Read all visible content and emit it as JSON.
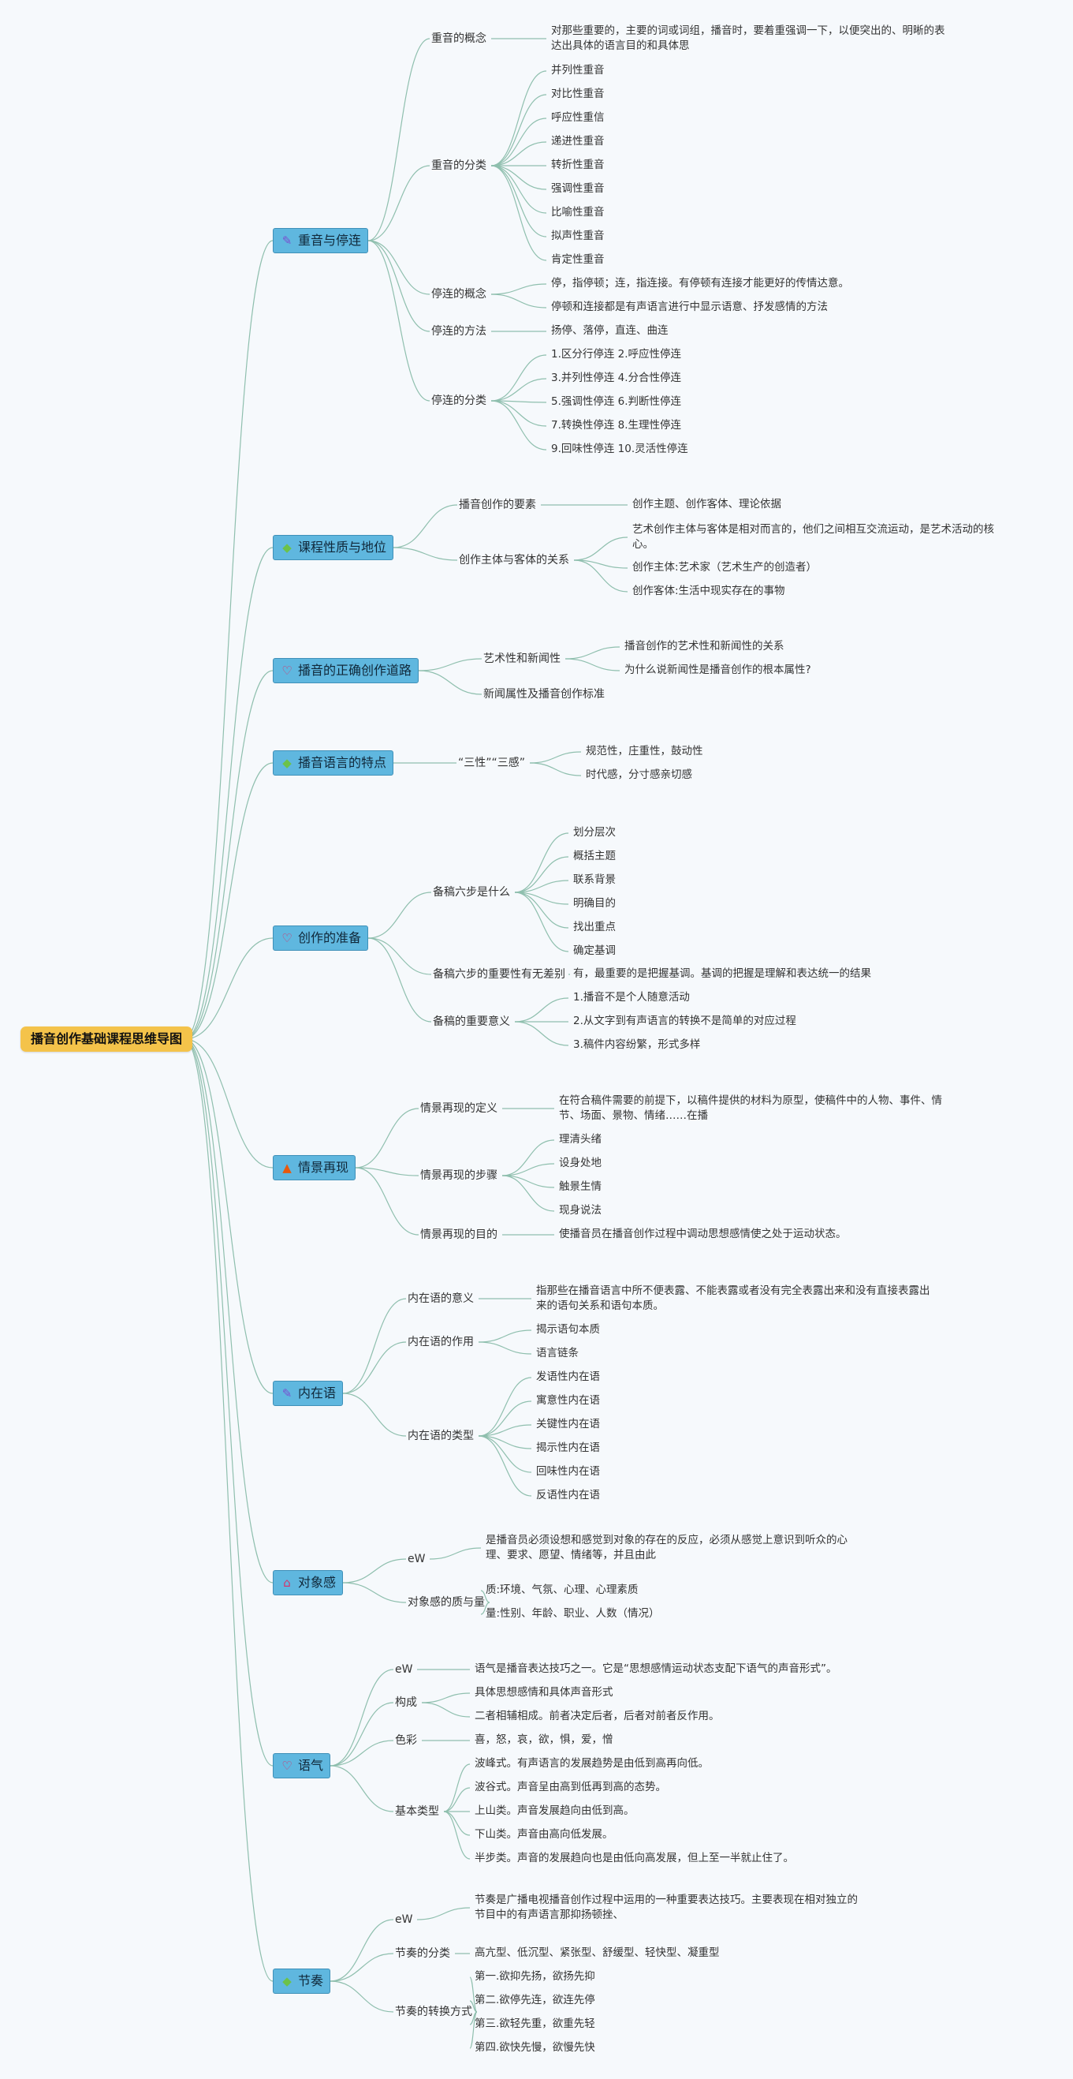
{
  "root": "播音创作基础课程思维导图",
  "icons": {
    "tools": {
      "glyph": "✎",
      "color": "#7a4fd0"
    },
    "gem": {
      "glyph": "◆",
      "color": "#6cc24a"
    },
    "heart": {
      "glyph": "♡",
      "color": "#d6336c"
    },
    "fire": {
      "glyph": "▲",
      "color": "#e8590c"
    },
    "house": {
      "glyph": "⌂",
      "color": "#d6336c"
    }
  },
  "colors": {
    "edge": "#8fbfae",
    "branch_fill": "#5fb7df",
    "root_fill": "#f4c34a"
  },
  "branches": [
    {
      "label": "重音与停连",
      "icon": "tools",
      "children": [
        {
          "label": "重音的概念",
          "children": [
            {
              "label": "对那些重要的，主要的词或词组，播音时，要着重强调一下，以便突出的、明晰的表达出具体的语言目的和具体思"
            }
          ]
        },
        {
          "label": "重音的分类",
          "children": [
            {
              "label": "并列性重音"
            },
            {
              "label": "对比性重音"
            },
            {
              "label": "呼应性重信"
            },
            {
              "label": "递进性重音"
            },
            {
              "label": "转折性重音"
            },
            {
              "label": "强调性重音"
            },
            {
              "label": "比喻性重音"
            },
            {
              "label": "拟声性重音"
            },
            {
              "label": "肯定性重音"
            }
          ]
        },
        {
          "label": "停连的概念",
          "children": [
            {
              "label": "停，指停顿；连，指连接。有停顿有连接才能更好的传情达意。"
            },
            {
              "label": "停顿和连接都是有声语言进行中显示语意、抒发感情的方法"
            }
          ]
        },
        {
          "label": "停连的方法",
          "children": [
            {
              "label": "扬停、落停，直连、曲连"
            }
          ]
        },
        {
          "label": "停连的分类",
          "children": [
            {
              "label": "1.区分行停连 2.呼应性停连"
            },
            {
              "label": "3.并列性停连 4.分合性停连"
            },
            {
              "label": "5.强调性停连 6.判断性停连"
            },
            {
              "label": "7.转换性停连 8.生理性停连"
            },
            {
              "label": "9.回味性停连 10.灵活性停连"
            }
          ]
        }
      ]
    },
    {
      "label": "课程性质与地位",
      "icon": "gem",
      "children": [
        {
          "label": "播音创作的要素",
          "children": [
            {
              "label": "创作主题、创作客体、理论依据"
            }
          ]
        },
        {
          "label": "创作主体与客体的关系",
          "children": [
            {
              "label": "艺术创作主体与客体是相对而言的，他们之间相互交流运动，是艺术活动的核心。"
            },
            {
              "label": "创作主体:艺术家（艺术生产的创造者）"
            },
            {
              "label": "创作客体:生活中现实存在的事物"
            }
          ]
        }
      ]
    },
    {
      "label": "播音的正确创作道路",
      "icon": "heart",
      "children": [
        {
          "label": "艺术性和新闻性",
          "children": [
            {
              "label": "播音创作的艺术性和新闻性的关系"
            },
            {
              "label": "为什么说新闻性是播音创作的根本属性?"
            }
          ]
        },
        {
          "label": "新闻属性及播音创作标准",
          "children": []
        }
      ]
    },
    {
      "label": "播音语言的特点",
      "icon": "gem",
      "children": [
        {
          "label": "“三性”“三感”",
          "children": [
            {
              "label": "规范性，庄重性，鼓动性"
            },
            {
              "label": "时代感，分寸感亲切感"
            }
          ]
        }
      ]
    },
    {
      "label": "创作的准备",
      "icon": "heart",
      "children": [
        {
          "label": "备稿六步是什么",
          "children": [
            {
              "label": "划分层次"
            },
            {
              "label": "概括主题"
            },
            {
              "label": "联系背景"
            },
            {
              "label": "明确目的"
            },
            {
              "label": "找出重点"
            },
            {
              "label": "确定基调"
            }
          ]
        },
        {
          "label": "备稿六步的重要性有无差别",
          "children": [
            {
              "label": "有，最重要的是把握基调。基调的把握是理解和表达统一的结果"
            }
          ]
        },
        {
          "label": "备稿的重要意义",
          "children": [
            {
              "label": "1.播音不是个人随意活动"
            },
            {
              "label": "2.从文字到有声语言的转换不是简单的对应过程"
            },
            {
              "label": "3.稿件内容纷繁，形式多样"
            }
          ]
        }
      ]
    },
    {
      "label": "情景再现",
      "icon": "fire",
      "children": [
        {
          "label": "情景再现的定义",
          "children": [
            {
              "label": "在符合稿件需要的前提下，以稿件提供的材料为原型，使稿件中的人物、事件、情节、场面、景物、情绪……在播"
            }
          ]
        },
        {
          "label": "情景再现的步骤",
          "children": [
            {
              "label": "理清头绪"
            },
            {
              "label": "设身处地"
            },
            {
              "label": "触景生情"
            },
            {
              "label": "现身说法"
            }
          ]
        },
        {
          "label": "情景再现的目的",
          "children": [
            {
              "label": "使播音员在播音创作过程中调动思想感情使之处于运动状态。"
            }
          ]
        }
      ]
    },
    {
      "label": "内在语",
      "icon": "tools",
      "children": [
        {
          "label": "内在语的意义",
          "children": [
            {
              "label": "指那些在播音语言中所不便表露、不能表露或者没有完全表露出来和没有直接表露出来的语句关系和语句本质。"
            }
          ]
        },
        {
          "label": "内在语的作用",
          "children": [
            {
              "label": "揭示语句本质"
            },
            {
              "label": "语言链条"
            }
          ]
        },
        {
          "label": "内在语的类型",
          "children": [
            {
              "label": "发语性内在语"
            },
            {
              "label": "寓意性内在语"
            },
            {
              "label": "关键性内在语"
            },
            {
              "label": "揭示性内在语"
            },
            {
              "label": "回味性内在语"
            },
            {
              "label": "反语性内在语"
            }
          ]
        }
      ]
    },
    {
      "label": "对象感",
      "icon": "house",
      "children": [
        {
          "label": "eW",
          "children": [
            {
              "label": "是播音员必须设想和感觉到对象的存在的反应，必须从感觉上意识到听众的心理、要求、愿望、情绪等，并且由此"
            }
          ]
        },
        {
          "label": "对象感的质与量",
          "children": [
            {
              "label": "质:环境、气氛、心理、心理素质"
            },
            {
              "label": "量:性别、年龄、职业、人数（情况）"
            }
          ]
        }
      ]
    },
    {
      "label": "语气",
      "icon": "heart",
      "children": [
        {
          "label": "eW",
          "children": [
            {
              "label": "语气是播音表达技巧之一。它是“思想感情运动状态支配下语气的声音形式”。"
            }
          ]
        },
        {
          "label": "构成",
          "children": [
            {
              "label": "具体思想感情和具体声音形式"
            },
            {
              "label": "二者相辅相成。前者决定后者，后者对前者反作用。"
            }
          ]
        },
        {
          "label": "色彩",
          "children": [
            {
              "label": "喜，怒，哀，欲，惧，爱，憎"
            }
          ]
        },
        {
          "label": "基本类型",
          "children": [
            {
              "label": "波峰式。有声语言的发展趋势是由低到高再向低。"
            },
            {
              "label": "波谷式。声音呈由高到低再到高的态势。"
            },
            {
              "label": "上山类。声音发展趋向由低到高。"
            },
            {
              "label": "下山类。声音由高向低发展。"
            },
            {
              "label": "半步类。声音的发展趋向也是由低向高发展，但上至一半就止住了。"
            }
          ]
        }
      ]
    },
    {
      "label": "节奏",
      "icon": "gem",
      "children": [
        {
          "label": "eW",
          "children": [
            {
              "label": "节奏是广播电视播音创作过程中运用的一种重要表达技巧。主要表现在相对独立的节目中的有声语言那抑扬顿挫、"
            }
          ]
        },
        {
          "label": "节奏的分类",
          "children": [
            {
              "label": "高亢型、低沉型、紧张型、舒缓型、轻快型、凝重型"
            }
          ]
        },
        {
          "label": "节奏的转换方式",
          "children": [
            {
              "label": "第一.欲抑先扬，欲扬先抑"
            },
            {
              "label": "第二.欲停先连，欲连先停"
            },
            {
              "label": "第三.欲轻先重，欲重先轻"
            },
            {
              "label": "第四.欲快先慢，欲慢先快"
            }
          ]
        }
      ]
    }
  ]
}
